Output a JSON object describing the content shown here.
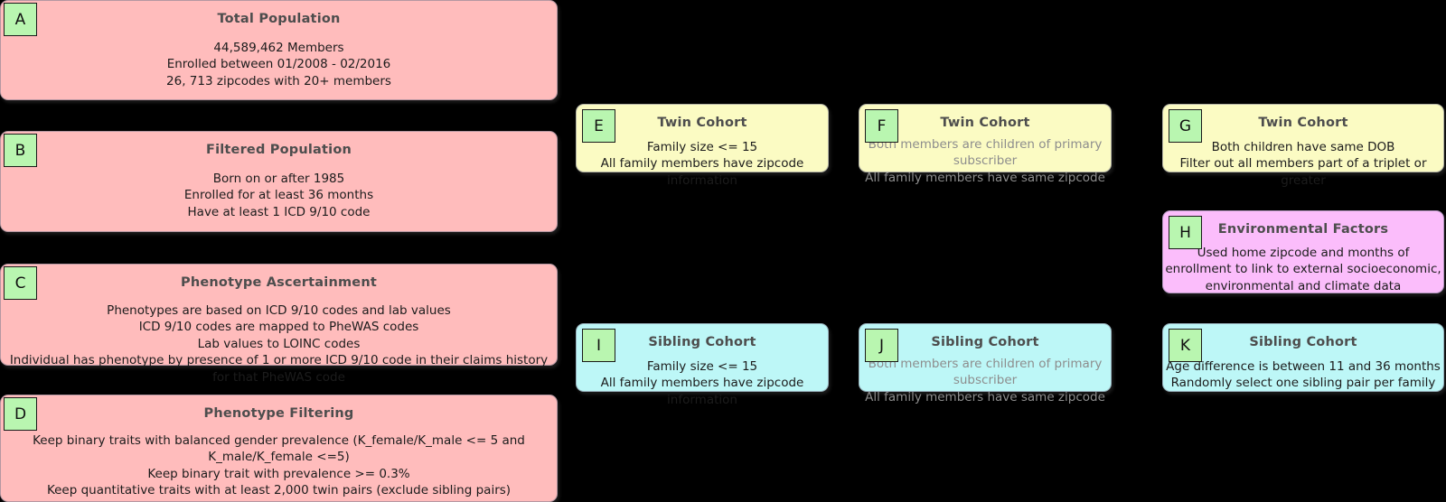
{
  "background_color": "#000000",
  "colors": {
    "pink_panel": "#ffbcbc",
    "yellow_panel": "#fbfbc3",
    "magenta_panel": "#fbbdfb",
    "cyan_panel": "#bdf7f7",
    "badge_green": "#b9f6b0",
    "title_text": "#4d4d4d",
    "body_text": "#1c1c1c",
    "muted_body_text": "#8d8d8d"
  },
  "panels": {
    "a": {
      "badge": "A",
      "title": "Total Population",
      "body": "44,589,462 Members\nEnrolled between 01/2008 - 02/2016\n26, 713 zipcodes with 20+ members"
    },
    "b": {
      "badge": "B",
      "title": "Filtered Population",
      "body": "Born on or after 1985\nEnrolled for at least 36 months\nHave at least 1 ICD 9/10 code"
    },
    "c": {
      "badge": "C",
      "title": "Phenotype Ascertainment",
      "body": "Phenotypes are based on ICD 9/10 codes and lab values\nICD 9/10 codes are mapped to PheWAS codes\nLab values to LOINC codes\nIndividual has phenotype by presence of 1 or more ICD 9/10 code in their claims history for that PheWAS code"
    },
    "d": {
      "badge": "D",
      "title": "Phenotype Filtering",
      "body": "Keep binary traits with balanced gender prevalence (K_female/K_male <= 5 and K_male/K_female <=5)\nKeep binary trait with prevalence >= 0.3%\nKeep quantitative traits with at least 2,000 twin pairs (exclude sibling pairs)"
    },
    "e": {
      "badge": "E",
      "title": "Twin Cohort",
      "body": "Family size <= 15\nAll family members have zipcode information"
    },
    "f": {
      "badge": "F",
      "title": "Twin Cohort",
      "body": "Both members are children of primary subscriber\nAll family members have same zipcode"
    },
    "g": {
      "badge": "G",
      "title": "Twin Cohort",
      "body": "Both children have same DOB\nFilter out all members part of a triplet or greater"
    },
    "h": {
      "badge": "H",
      "title": "Environmental Factors",
      "body": "Used home zipcode and months of enrollment to link to external socioeconomic, environmental and climate data"
    },
    "i": {
      "badge": "I",
      "title": "Sibling Cohort",
      "body": "Family size <= 15\nAll family members have zipcode information"
    },
    "j": {
      "badge": "J",
      "title": "Sibling Cohort",
      "body": "Both members are children of primary subscriber\nAll family members have same zipcode"
    },
    "k": {
      "badge": "K",
      "title": "Sibling Cohort",
      "body": "Age difference is between 11 and 36 months\nRandomly select one sibling pair per family"
    }
  }
}
